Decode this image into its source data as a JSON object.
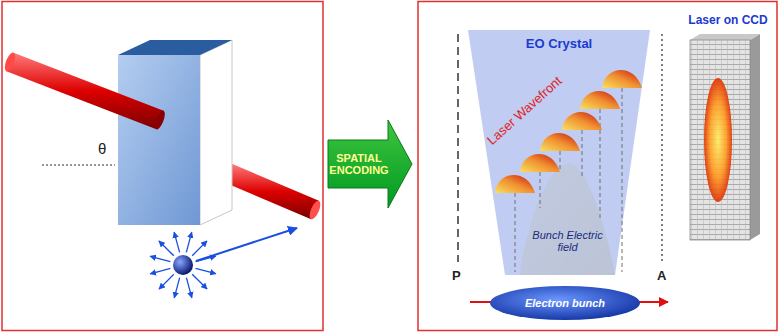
{
  "diagram": {
    "nodes": [
      {
        "text": [
          "SPATIAL ENCODING"
        ]
      },
      {
        "text": [
          "EO Crystal"
        ]
      },
      {
        "text": [
          "Bunch Electric field"
        ],
        "in": 1
      },
      {
        "text": [
          "Electron bunch"
        ]
      },
      {
        "text": [
          "Laser on CCD"
        ]
      }
    ],
    "labels": [
      "θ",
      "Laser Wavefront",
      "P",
      "A"
    ]
  }
}
